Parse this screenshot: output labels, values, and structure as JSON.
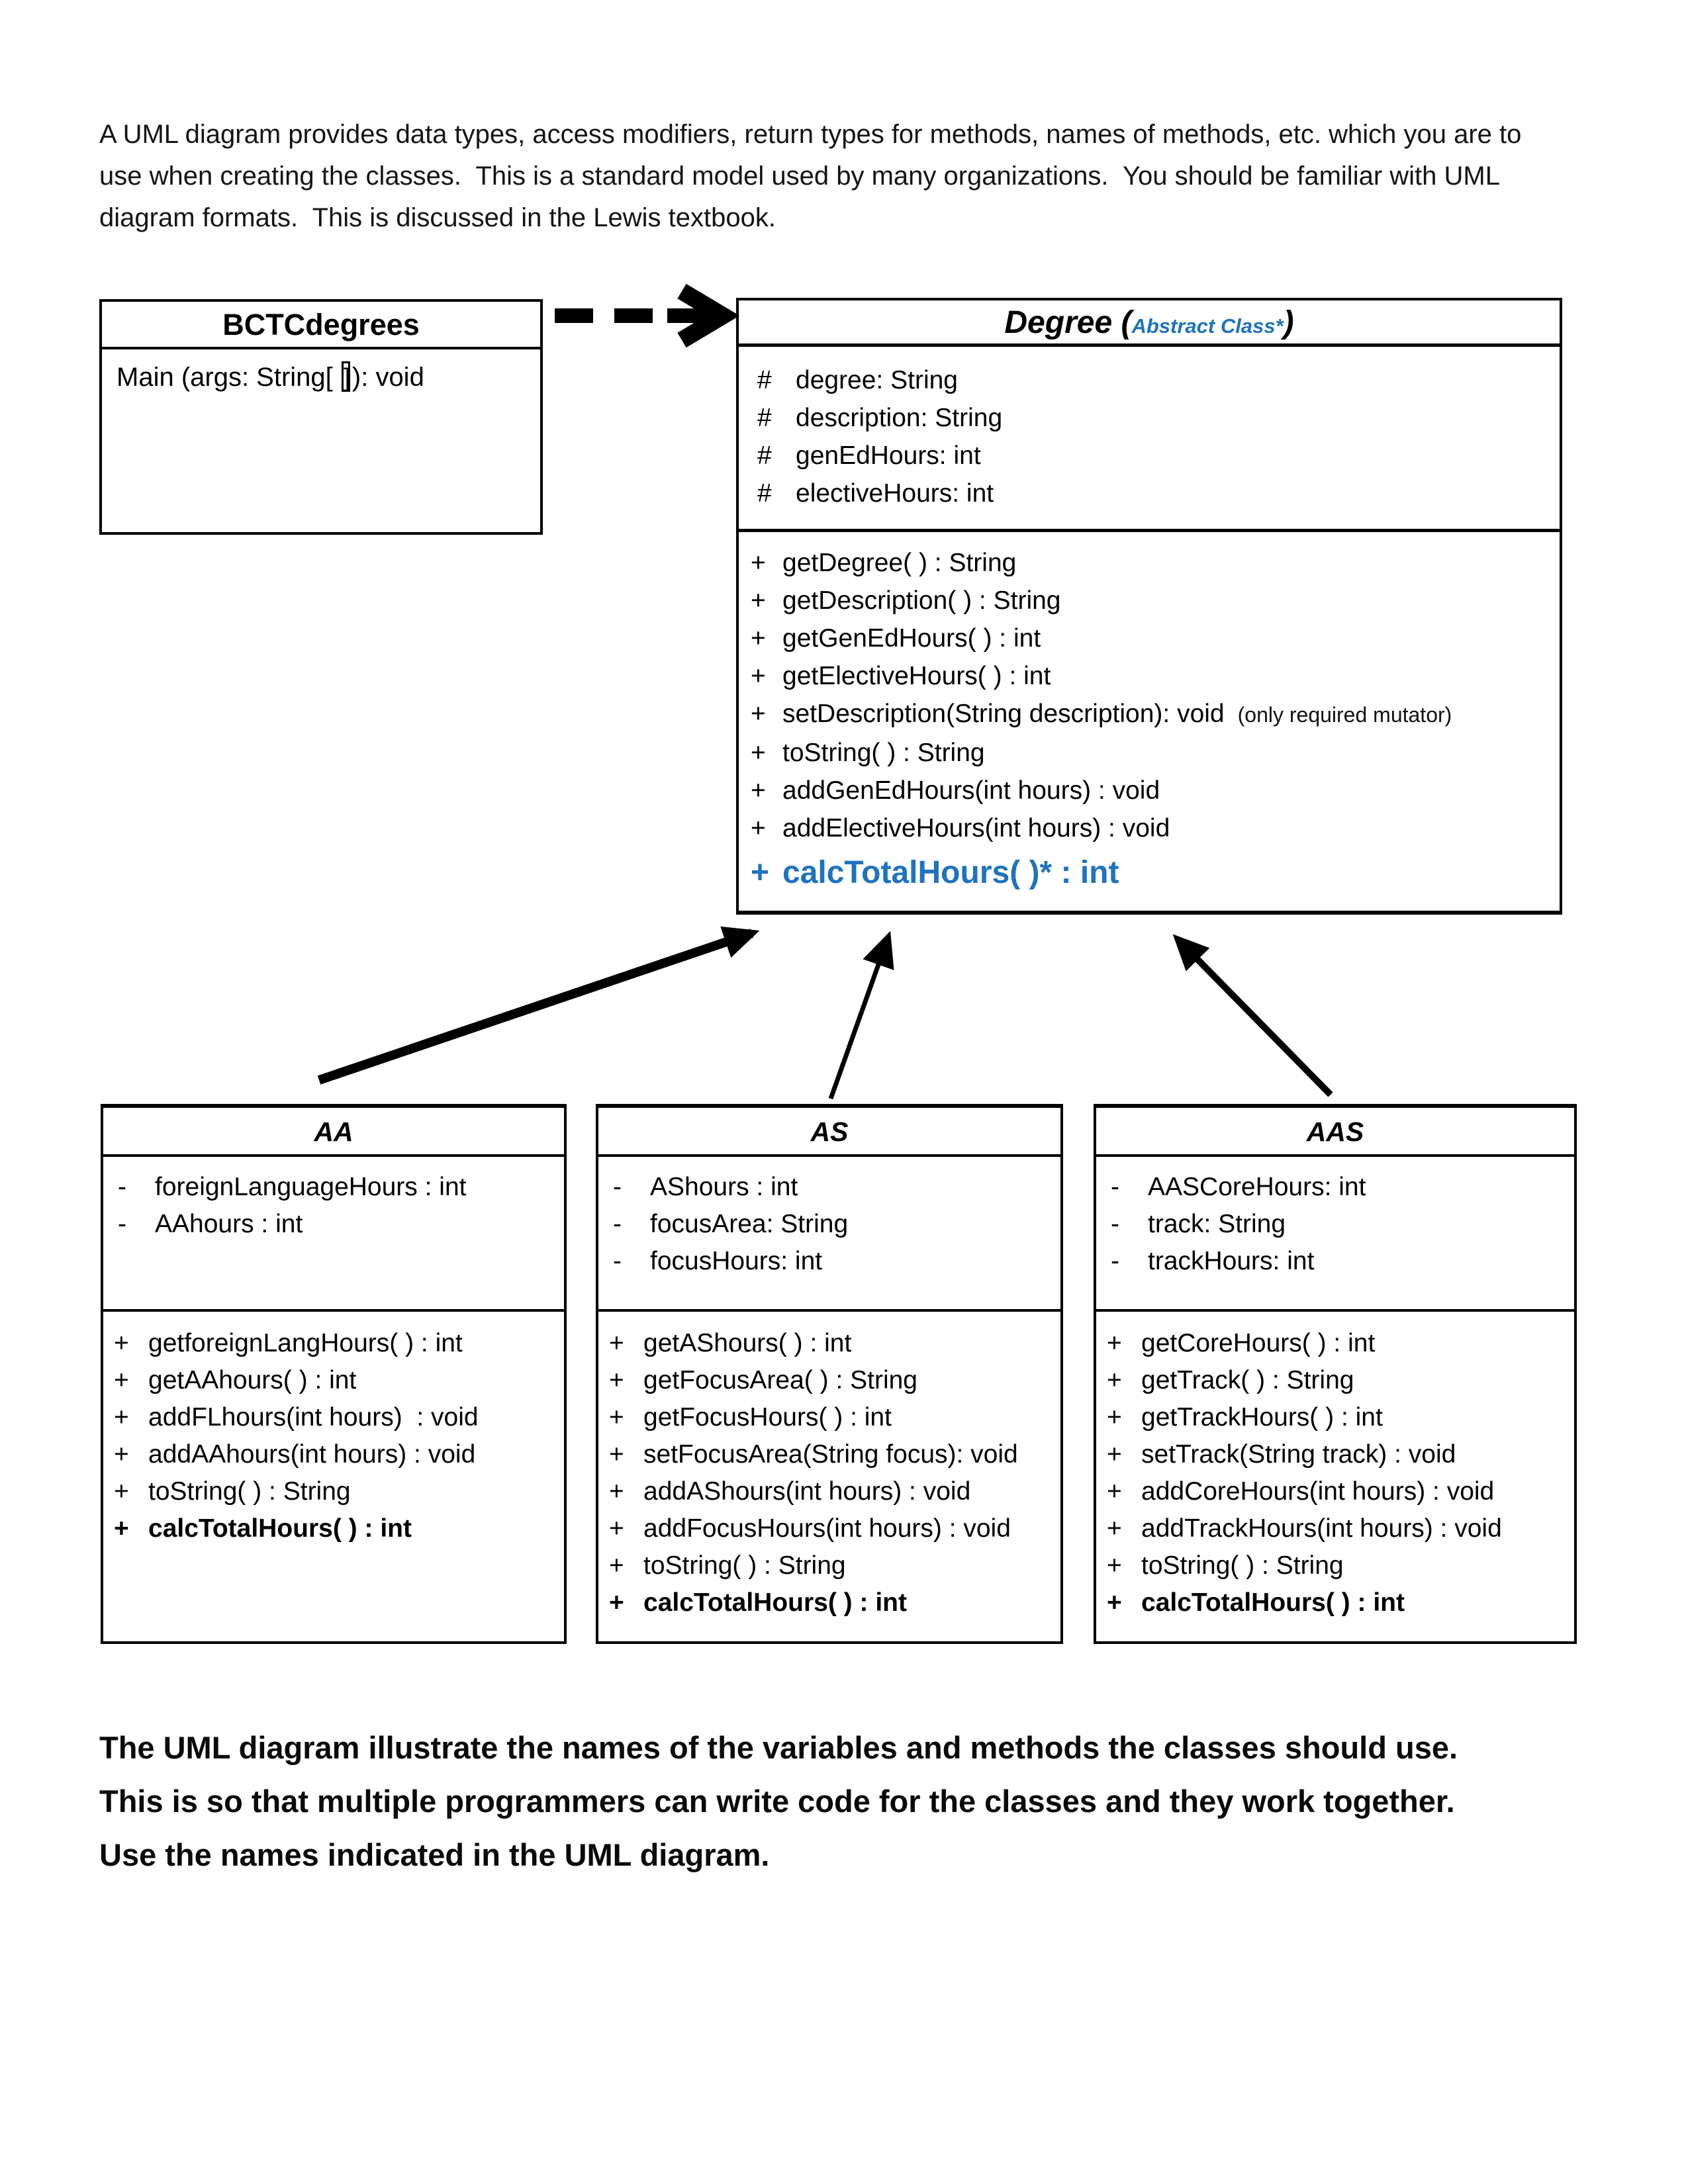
{
  "intro": {
    "lines": [
      "A UML diagram provides data types, access modifiers, return types for methods, names of methods, etc. which you are to",
      "use when creating the classes.  This is a standard model used by many organizations.  You should be familiar with UML",
      "diagram formats.  This is discussed in the Lewis textbook."
    ]
  },
  "closing": {
    "lines": [
      "The UML diagram illustrate the names of the variables and methods the classes should use.",
      "This is so that multiple programmers can write code for the classes and they work together.",
      "Use the names indicated in the UML diagram."
    ]
  },
  "uml": {
    "protected": "#",
    "public": "+",
    "private": "-"
  },
  "colors": {
    "accent_blue": "#1E73BE",
    "line_black": "#000000"
  },
  "bctc": {
    "title": "BCTCdegrees",
    "method_before": "Main (args: String[ ",
    "method_bracket": "]",
    "method_after": "): void"
  },
  "degree": {
    "title_main": "Degree (",
    "title_annotation": "Abstract Class*",
    "title_close": ")",
    "fields": [
      {
        "text": "degree: String"
      },
      {
        "text": "description: String"
      },
      {
        "text": "genEdHours: int"
      },
      {
        "text": "electiveHours: int"
      }
    ],
    "methods": [
      {
        "text": "getDegree( ) : String"
      },
      {
        "text": "getDescription( ) : String"
      },
      {
        "text": "getGenEdHours( ) : int"
      },
      {
        "text": "getElectiveHours( ) : int"
      },
      {
        "text": "setDescription(String description): void",
        "note": "(only required mutator)"
      },
      {
        "text": "toString( ) : String"
      },
      {
        "text": "addGenEdHours(int hours) : void"
      },
      {
        "text": "addElectiveHours(int hours) : void"
      },
      {
        "text": "calcTotalHours( )* : int"
      }
    ]
  },
  "classes": [
    {
      "name": "AA",
      "fields": [
        "foreignLanguageHours : int",
        "AAhours : int"
      ],
      "methods": [
        "getforeignLangHours( ) : int",
        "getAAhours( ) : int",
        "addFLhours(int hours)  : void",
        "addAAhours(int hours) : void",
        "toString( ) : String",
        "calcTotalHours( ) : int"
      ]
    },
    {
      "name": "AS",
      "fields": [
        "AShours : int",
        "focusArea: String",
        "focusHours: int"
      ],
      "methods": [
        "getAShours( ) : int",
        "getFocusArea( ) : String",
        "getFocusHours( ) : int",
        "setFocusArea(String focus): void",
        "addAShours(int hours) : void",
        "addFocusHours(int hours) : void",
        "toString( ) : String",
        "calcTotalHours( ) : int"
      ]
    },
    {
      "name": "AAS",
      "fields": [
        "AASCoreHours: int",
        "track: String",
        "trackHours: int"
      ],
      "methods": [
        "getCoreHours( ) : int",
        "getTrack( ) : String",
        "getTrackHours( ) : int",
        "setTrack(String track) : void",
        "addCoreHours(int hours) : void",
        "addTrackHours(int hours) : void",
        "toString( ) : String",
        "calcTotalHours( ) : int"
      ]
    }
  ]
}
